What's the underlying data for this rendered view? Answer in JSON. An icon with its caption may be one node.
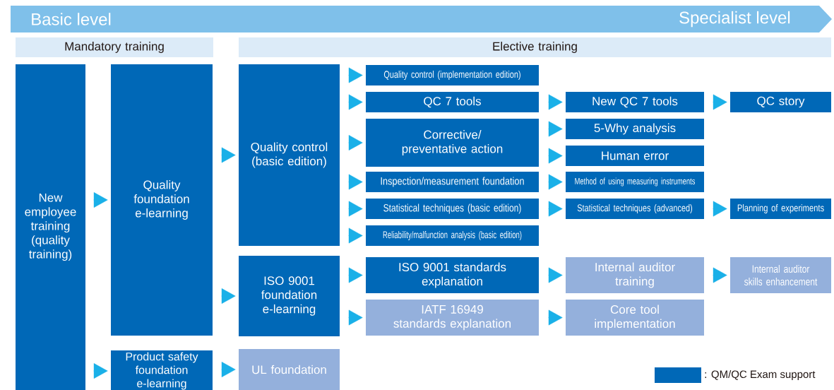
{
  "diagram": {
    "nodes": [
      {
        "text": [
          "Basic level",
          "Specialist level"
        ]
      },
      {
        "text": [
          "Mandatory training"
        ]
      },
      {
        "text": [
          "Elective training"
        ]
      },
      {
        "text": [
          "New employee training (quality training)"
        ]
      },
      {
        "text": [
          "Quality foundation e-learning"
        ]
      },
      {
        "text": [
          "Product safety foundation e-learning"
        ]
      },
      {
        "text": [
          "Quality control (basic edition)"
        ]
      },
      {
        "text": [
          "ISO 9001 foundation e-learning"
        ]
      },
      {
        "text": [
          "UL foundation"
        ]
      },
      {
        "text": [
          "Quality control (implementation edition)"
        ]
      },
      {
        "text": [
          "QC 7 tools"
        ]
      },
      {
        "text": [
          "Corrective/ preventative action"
        ]
      },
      {
        "text": [
          "Inspection/measurement foundation"
        ]
      },
      {
        "text": [
          "Statistical techniques (basic edition)"
        ]
      },
      {
        "text": [
          "Reliability/malfunction analysis (basic edition)"
        ]
      },
      {
        "text": [
          "ISO 9001 standards explanation"
        ]
      },
      {
        "text": [
          "IATF 16949 standards explanation"
        ]
      },
      {
        "text": [
          "New QC 7 tools"
        ]
      },
      {
        "text": [
          "5-Why analysis"
        ]
      },
      {
        "text": [
          "Human error"
        ]
      },
      {
        "text": [
          "Method of using measuring instruments"
        ]
      },
      {
        "text": [
          "Statistical techniques (advanced)"
        ]
      },
      {
        "text": [
          "Internal auditor training"
        ]
      },
      {
        "text": [
          "Core tool implementation"
        ]
      },
      {
        "text": [
          "QC story"
        ]
      },
      {
        "text": [
          "Planning of experiments"
        ]
      },
      {
        "text": [
          "Internal auditor skills enhancement"
        ]
      }
    ],
    "edges": [
      {
        "from": 3,
        "to": 4,
        "arrow": "to"
      },
      {
        "from": 3,
        "to": 5,
        "arrow": "to"
      },
      {
        "from": 4,
        "to": 6,
        "arrow": "to"
      },
      {
        "from": 4,
        "to": 7,
        "arrow": "to"
      },
      {
        "from": 5,
        "to": 8,
        "arrow": "to"
      },
      {
        "from": 6,
        "to": 9,
        "arrow": "to"
      },
      {
        "from": 6,
        "to": 10,
        "arrow": "to"
      },
      {
        "from": 6,
        "to": 11,
        "arrow": "to"
      },
      {
        "from": 6,
        "to": 12,
        "arrow": "to"
      },
      {
        "from": 6,
        "to": 13,
        "arrow": "to"
      },
      {
        "from": 6,
        "to": 14,
        "arrow": "to"
      },
      {
        "from": 7,
        "to": 15,
        "arrow": "to"
      },
      {
        "from": 7,
        "to": 16,
        "arrow": "to"
      },
      {
        "from": 10,
        "to": 17,
        "arrow": "to"
      },
      {
        "from": 17,
        "to": 24,
        "arrow": "to"
      },
      {
        "from": 11,
        "to": 18,
        "arrow": "to"
      },
      {
        "from": 11,
        "to": 19,
        "arrow": "to"
      },
      {
        "from": 12,
        "to": 20,
        "arrow": "to"
      },
      {
        "from": 13,
        "to": 21,
        "arrow": "to"
      },
      {
        "from": 21,
        "to": 25,
        "arrow": "to"
      },
      {
        "from": 15,
        "to": 22,
        "arrow": "to"
      },
      {
        "from": 22,
        "to": 26,
        "arrow": "to"
      },
      {
        "from": 16,
        "to": 23,
        "arrow": "to"
      }
    ],
    "legend": [
      {
        "text": ": QM/QC Exam support",
        "color": "#0068b7"
      }
    ]
  }
}
